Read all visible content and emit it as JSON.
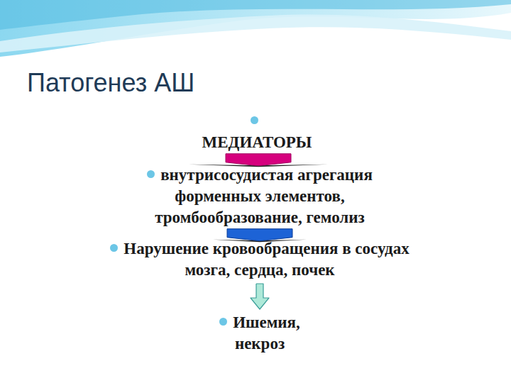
{
  "diagram": {
    "title": "Патогенез АШ",
    "nodes": [
      {
        "text": [
          "МЕДИАТОРЫ"
        ]
      },
      {
        "text": [
          "внутрисосудистая агрегация форменных элементов, тромбообразование, гемолиз"
        ]
      },
      {
        "text": [
          "Нарушение кровообращения в сосудах мозга, сердца, почек"
        ]
      },
      {
        "text": [
          "Ишемия, некроз"
        ]
      }
    ],
    "edges": [
      {
        "from": 0,
        "to": 1,
        "arrow": "to"
      },
      {
        "from": 1,
        "to": 2,
        "arrow": "to"
      },
      {
        "from": 2,
        "to": 3,
        "arrow": "to"
      }
    ]
  }
}
